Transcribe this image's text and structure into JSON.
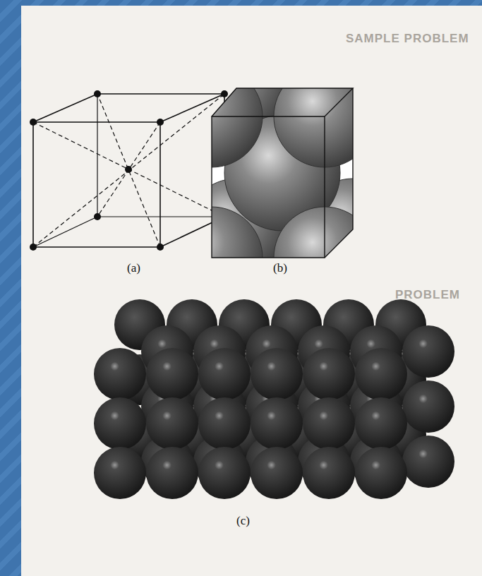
{
  "diagram": {
    "labels": [
      "(a)",
      "(b)",
      "(c)",
      "SAMPLE PROBLEM",
      "PROBLEM"
    ]
  }
}
